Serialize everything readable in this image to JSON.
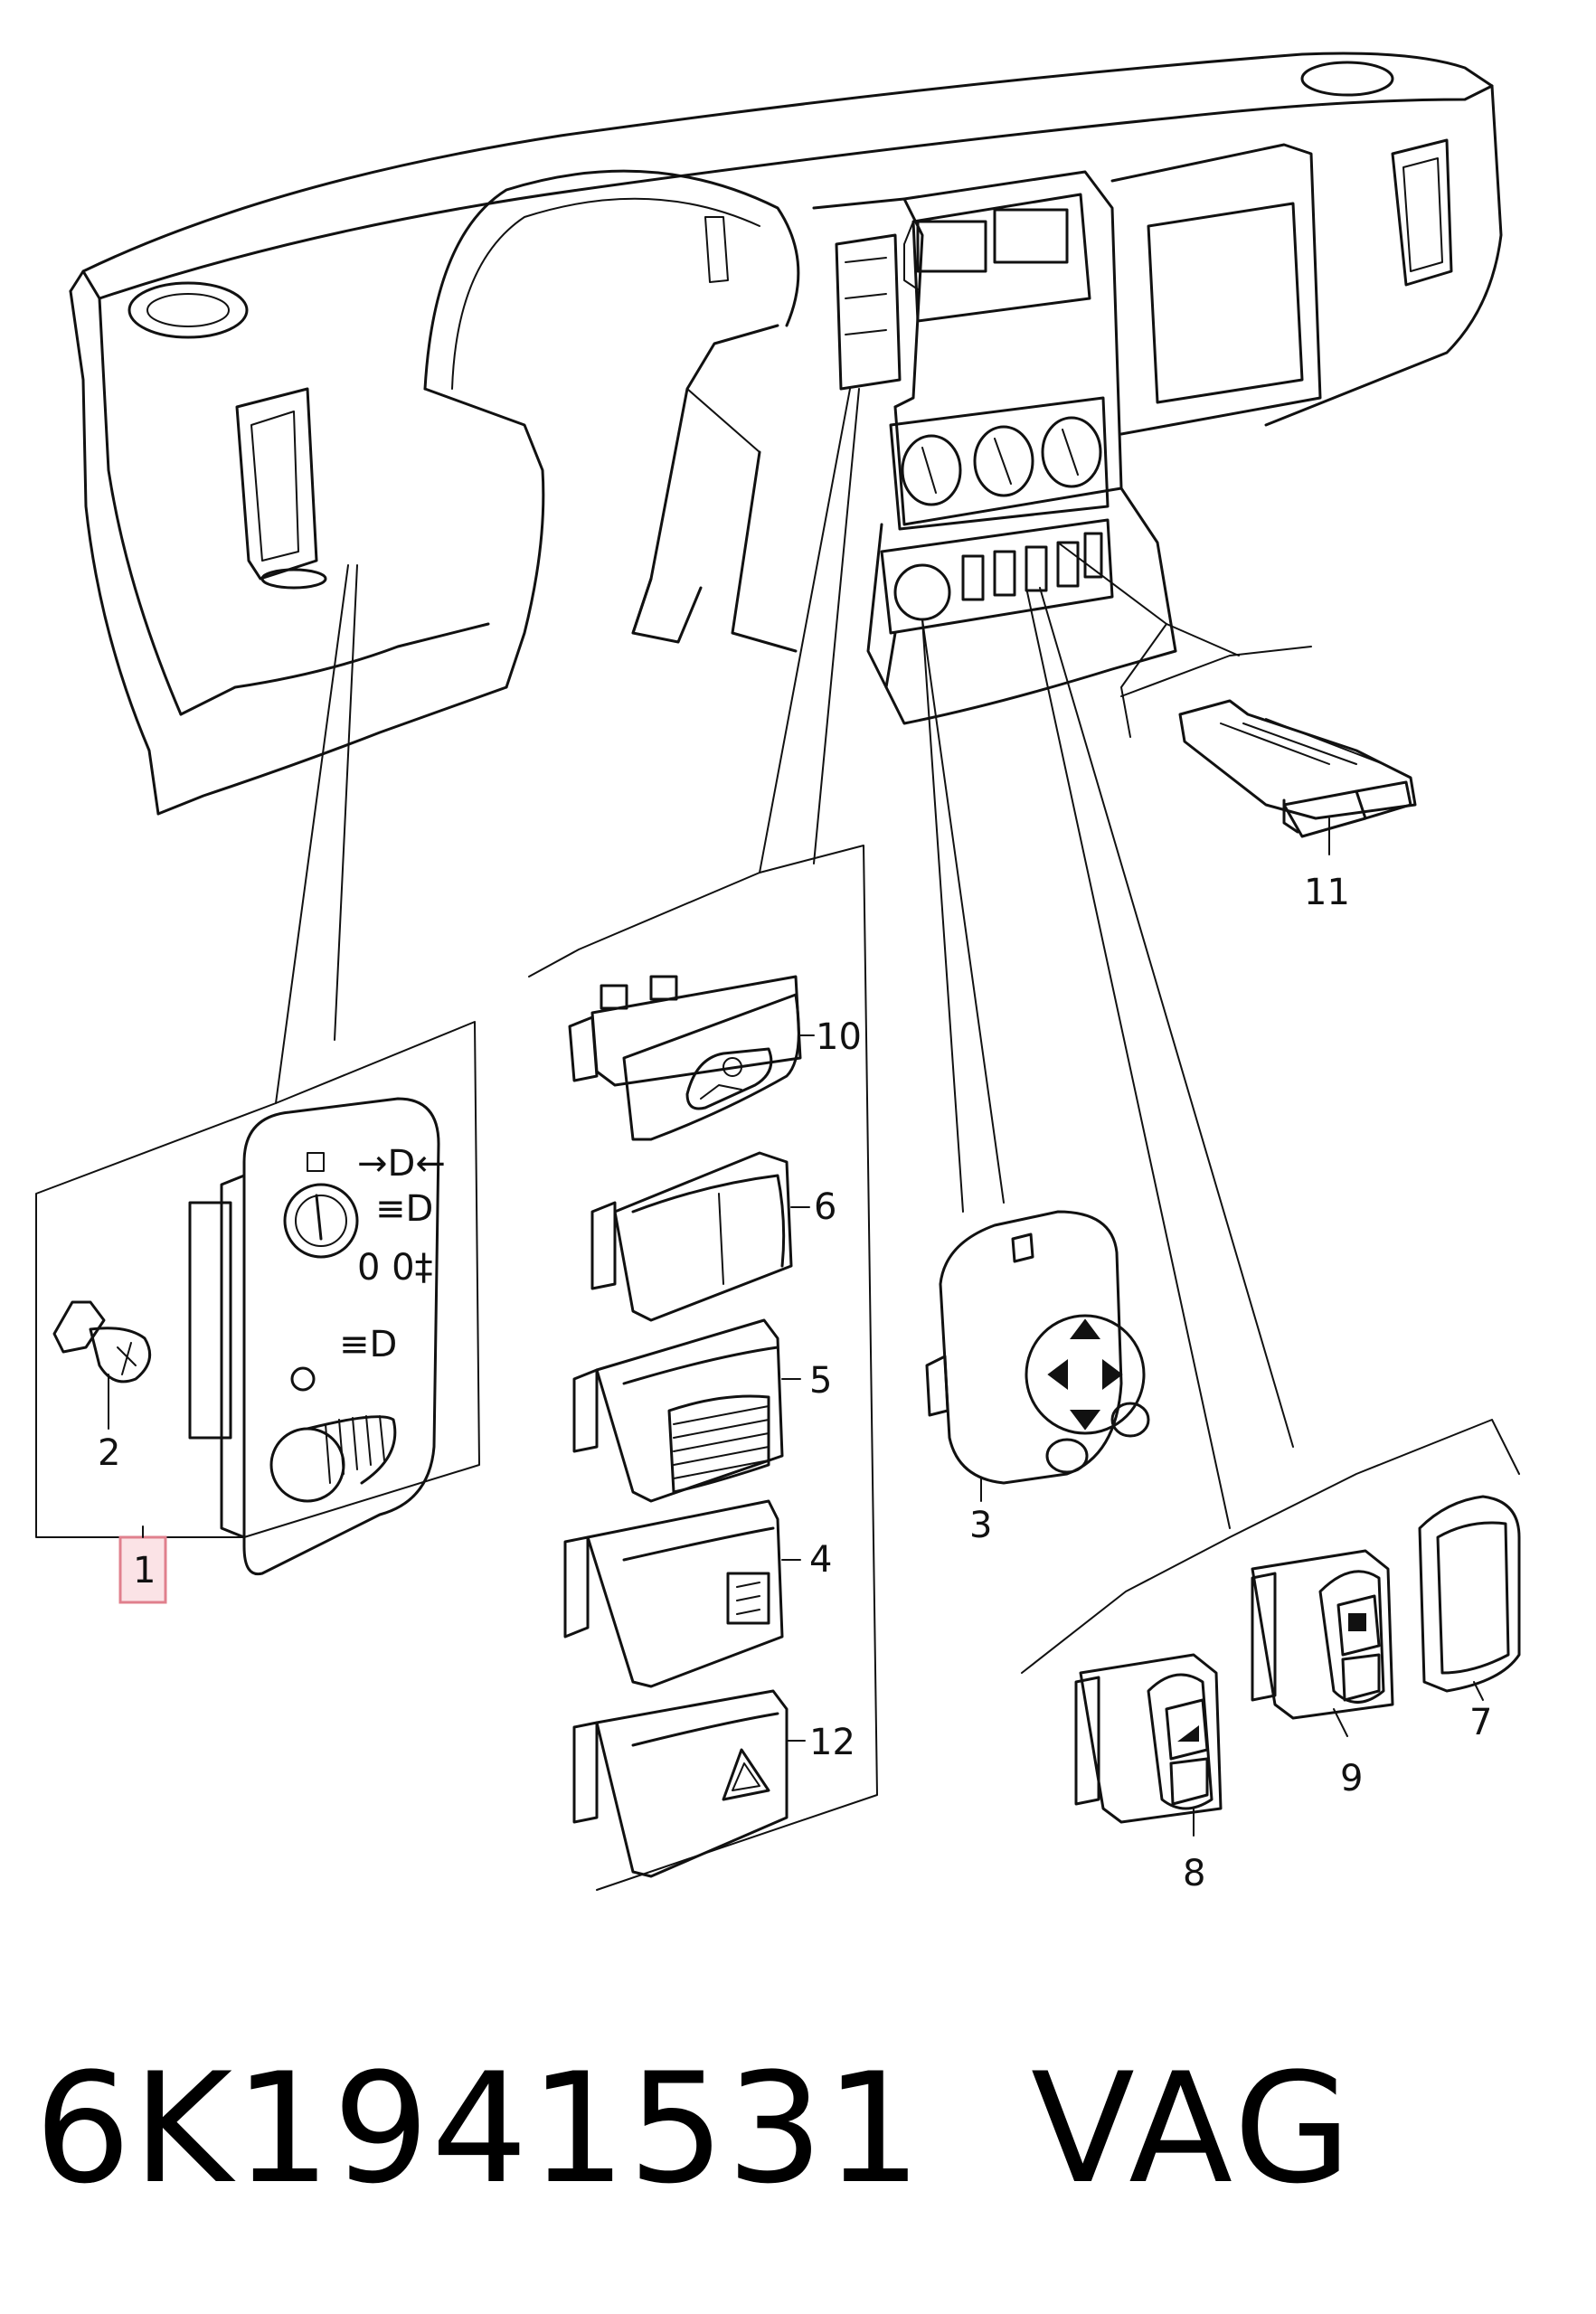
{
  "callouts": {
    "c1": "1",
    "c2": "2",
    "c3": "3",
    "c4": "4",
    "c5": "5",
    "c6": "6",
    "c7": "7",
    "c8": "8",
    "c9": "9",
    "c10": "10",
    "c11": "11",
    "c12": "12"
  },
  "highlighted_callout": "1",
  "footer": {
    "part_number": "6K1941531",
    "brand": "VAG"
  },
  "colors": {
    "line": "#111111",
    "highlight_fill": "#fbe3e6",
    "highlight_stroke": "#e0808d",
    "background": "#ffffff"
  }
}
